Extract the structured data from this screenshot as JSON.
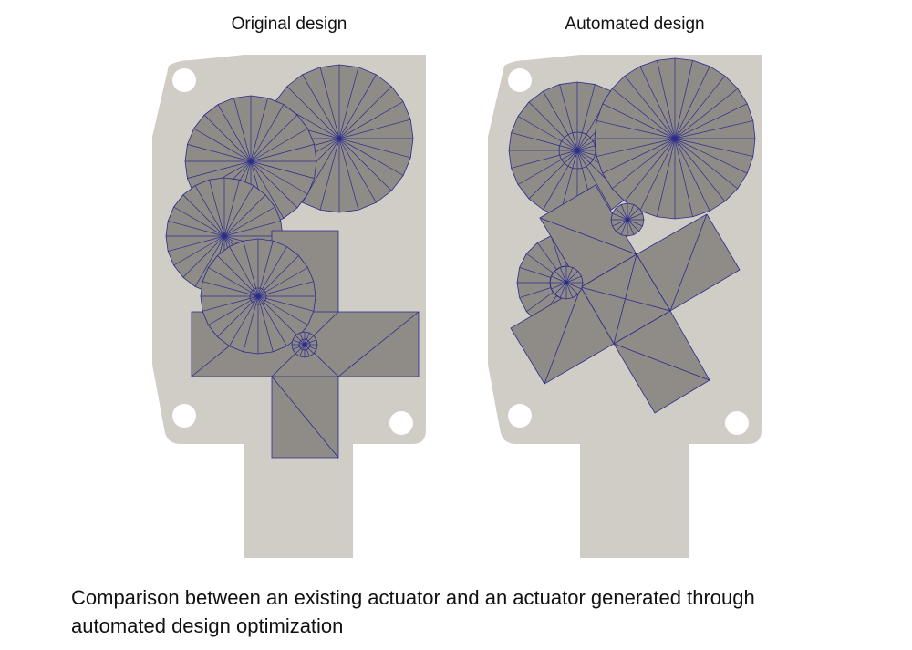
{
  "panels": [
    {
      "title": "Original design"
    },
    {
      "title": "Automated design"
    }
  ],
  "caption": {
    "line1": "Comparison between an existing actuator and an actuator generated through",
    "line2": "automated design optimization"
  },
  "colors": {
    "board": "#cfcdc6",
    "part": "#8f8b86",
    "mesh": "#2b2b8c",
    "background": "#ffffff"
  }
}
